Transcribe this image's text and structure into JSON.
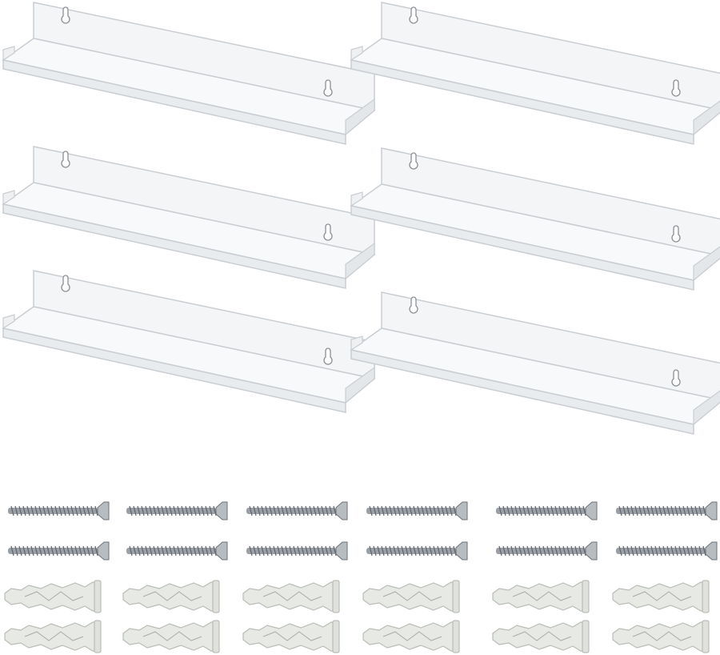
{
  "product": {
    "shelf_count": 6,
    "screw_count": 12,
    "anchor_count": 12
  },
  "colors": {
    "background": "#ffffff",
    "acrylic_edge": "#c9cdd2",
    "acrylic_fill": "#f3f5f7",
    "screw": "#9aa0a6",
    "anchor": "#e6e9e4"
  }
}
